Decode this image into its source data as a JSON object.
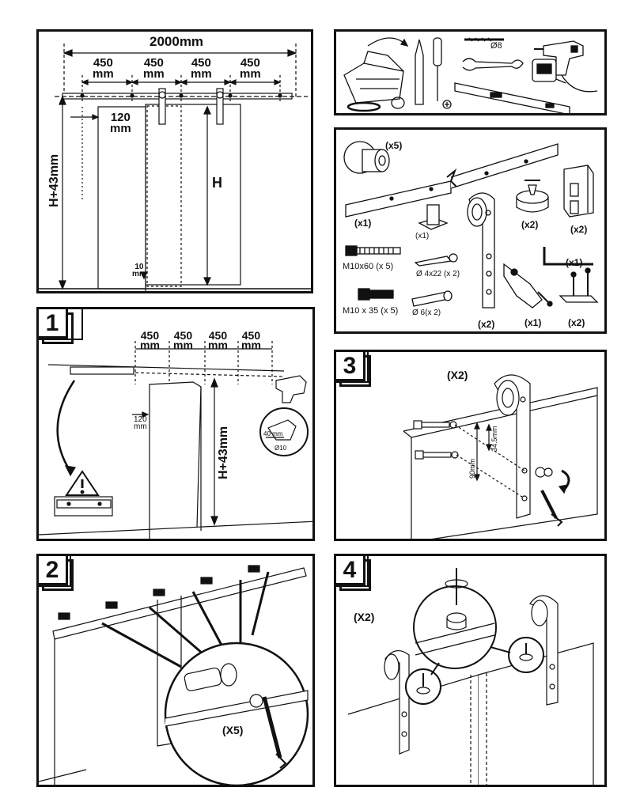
{
  "overview": {
    "total_width": "2000mm",
    "spacing": [
      "450\nmm",
      "450\nmm",
      "450\nmm",
      "450\nmm"
    ],
    "offset": "120\nmm",
    "height_total": "H+43mm",
    "height_door": "H",
    "gap": "10\nmm"
  },
  "parts": {
    "stopper_qty": "(x5)",
    "rail_qty": "(x1)",
    "guide_qty": "(x1)",
    "bumper_qty": "(x2)",
    "end_stop_qty": "(x2)",
    "bolt_long": "M10x60 (x 5)",
    "screw": "Ø 4x22 (x 2)",
    "bolt_short": "M10 x 35 (x 5)",
    "anchor": "Ø 6(x 2)",
    "hanger_qty": "(x2)",
    "hex_key_qty": "(x1)",
    "anti_jump_qty": "(x1)",
    "clip_qty": "(x2)"
  },
  "tools": {
    "drill_bit": "Ø8"
  },
  "step1": {
    "number": "1",
    "spacing": [
      "450\nmm",
      "450\nmm",
      "450\nmm",
      "450\nmm"
    ],
    "offset": "120\nmm",
    "height": "H+43mm",
    "drill_depth": "40 mm",
    "drill_diameter": "Ø10"
  },
  "step2": {
    "number": "2",
    "qty": "(X5)"
  },
  "step3": {
    "number": "3",
    "qty": "(X2)",
    "dim_a": "90mm",
    "dim_b": "34.5mm"
  },
  "step4": {
    "number": "4",
    "qty": "(X2)"
  }
}
